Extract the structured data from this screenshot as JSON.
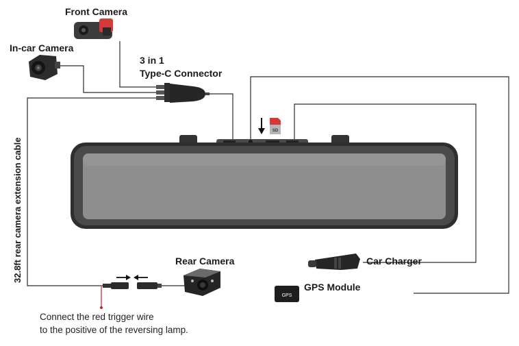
{
  "labels": {
    "front_camera": "Front Camera",
    "incar_camera": "In-car Camera",
    "connector_line1": "3 in 1",
    "connector_line2": "Type-C Connector",
    "extension_cable": "32.8ft rear camera extension cable",
    "rear_camera": "Rear Camera",
    "car_charger": "Car Charger",
    "gps_module": "GPS Module",
    "gps_badge": "GPS",
    "sd_card": "SD"
  },
  "note": {
    "line1": "Connect the red trigger wire",
    "line2": "to the positive of the reversing lamp."
  },
  "colors": {
    "line": "#2b2b2b",
    "mirror_frame": "#3a3a3a",
    "screen": "#8e8e8e",
    "trigger_wire": "#c8202a",
    "sd_card": "#d23a3a"
  }
}
